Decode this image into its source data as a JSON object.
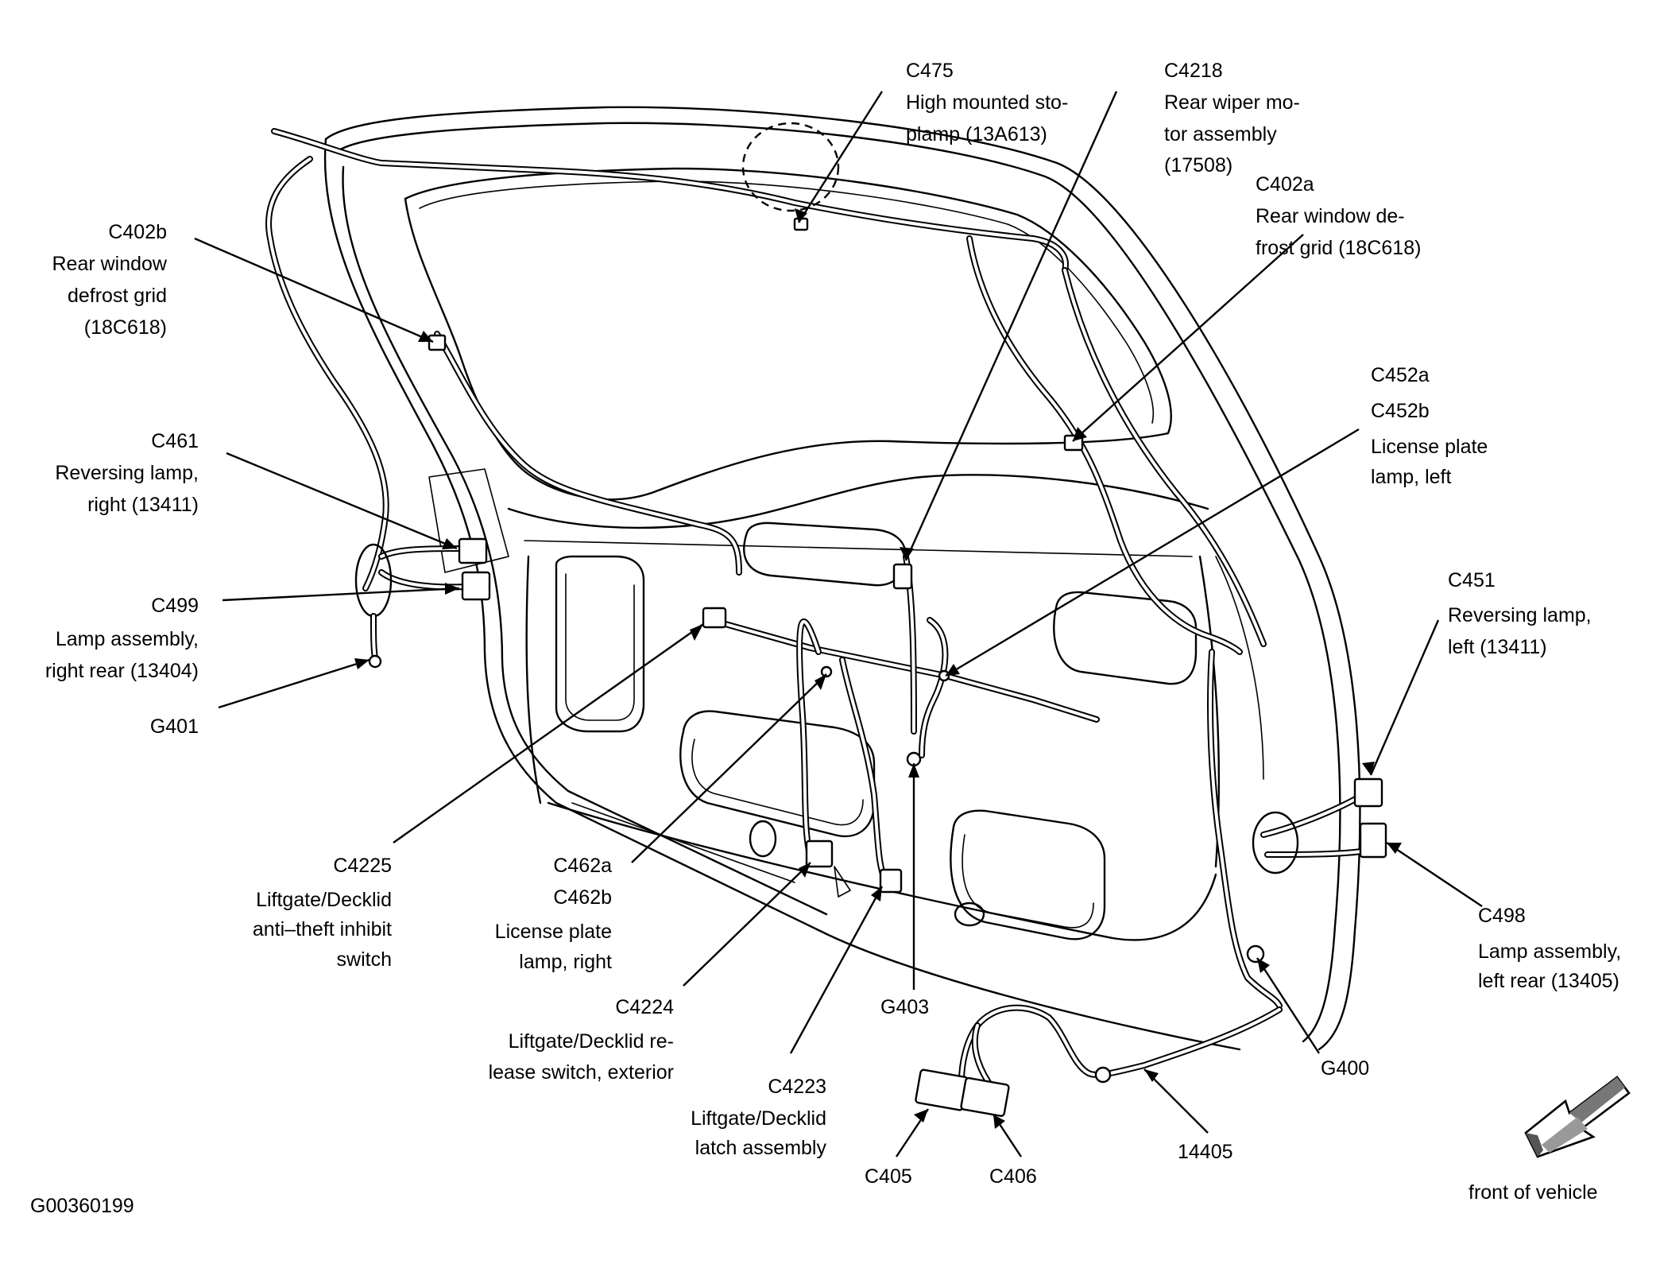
{
  "figure_id": "G00360199",
  "orientation_label": "front of vehicle",
  "callouts": {
    "c475": {
      "code": "C475",
      "desc": [
        "High mounted sto-",
        "plamp (13A613)"
      ]
    },
    "c4218": {
      "code": "C4218",
      "desc": [
        "Rear wiper mo-",
        "tor assembly",
        "(17508)"
      ]
    },
    "c402a": {
      "code": "C402a",
      "desc": [
        "Rear window de-",
        "frost grid (18C618)"
      ]
    },
    "c402b": {
      "code": "C402b",
      "desc": [
        "Rear window",
        "defrost grid",
        "(18C618)"
      ]
    },
    "c461": {
      "code": "C461",
      "desc": [
        "Reversing lamp,",
        "right (13411)"
      ]
    },
    "c499": {
      "code": "C499",
      "desc": [
        "Lamp assembly,",
        "right rear (13404)"
      ]
    },
    "g401": {
      "code": "G401"
    },
    "c452": {
      "codes": [
        "C452a",
        "C452b"
      ],
      "desc": [
        "License plate",
        "lamp, left"
      ]
    },
    "c451": {
      "code": "C451",
      "desc": [
        "Reversing lamp,",
        "left (13411)"
      ]
    },
    "c498": {
      "code": "C498",
      "desc": [
        "Lamp assembly,",
        "left rear (13405)"
      ]
    },
    "g400": {
      "code": "G400"
    },
    "c4225": {
      "code": "C4225",
      "desc": [
        "Liftgate/Decklid",
        "anti–theft inhibit",
        "switch"
      ]
    },
    "c462": {
      "codes": [
        "C462a",
        "C462b"
      ],
      "desc": [
        "License plate",
        "lamp, right"
      ]
    },
    "c4224": {
      "code": "C4224",
      "desc": [
        "Liftgate/Decklid re-",
        "lease switch, exterior"
      ]
    },
    "c4223": {
      "code": "C4223",
      "desc": [
        "Liftgate/Decklid",
        "latch assembly"
      ]
    },
    "g403": {
      "code": "G403"
    },
    "c405": {
      "code": "C405"
    },
    "c406": {
      "code": "C406"
    },
    "h14405": {
      "code": "14405"
    }
  }
}
